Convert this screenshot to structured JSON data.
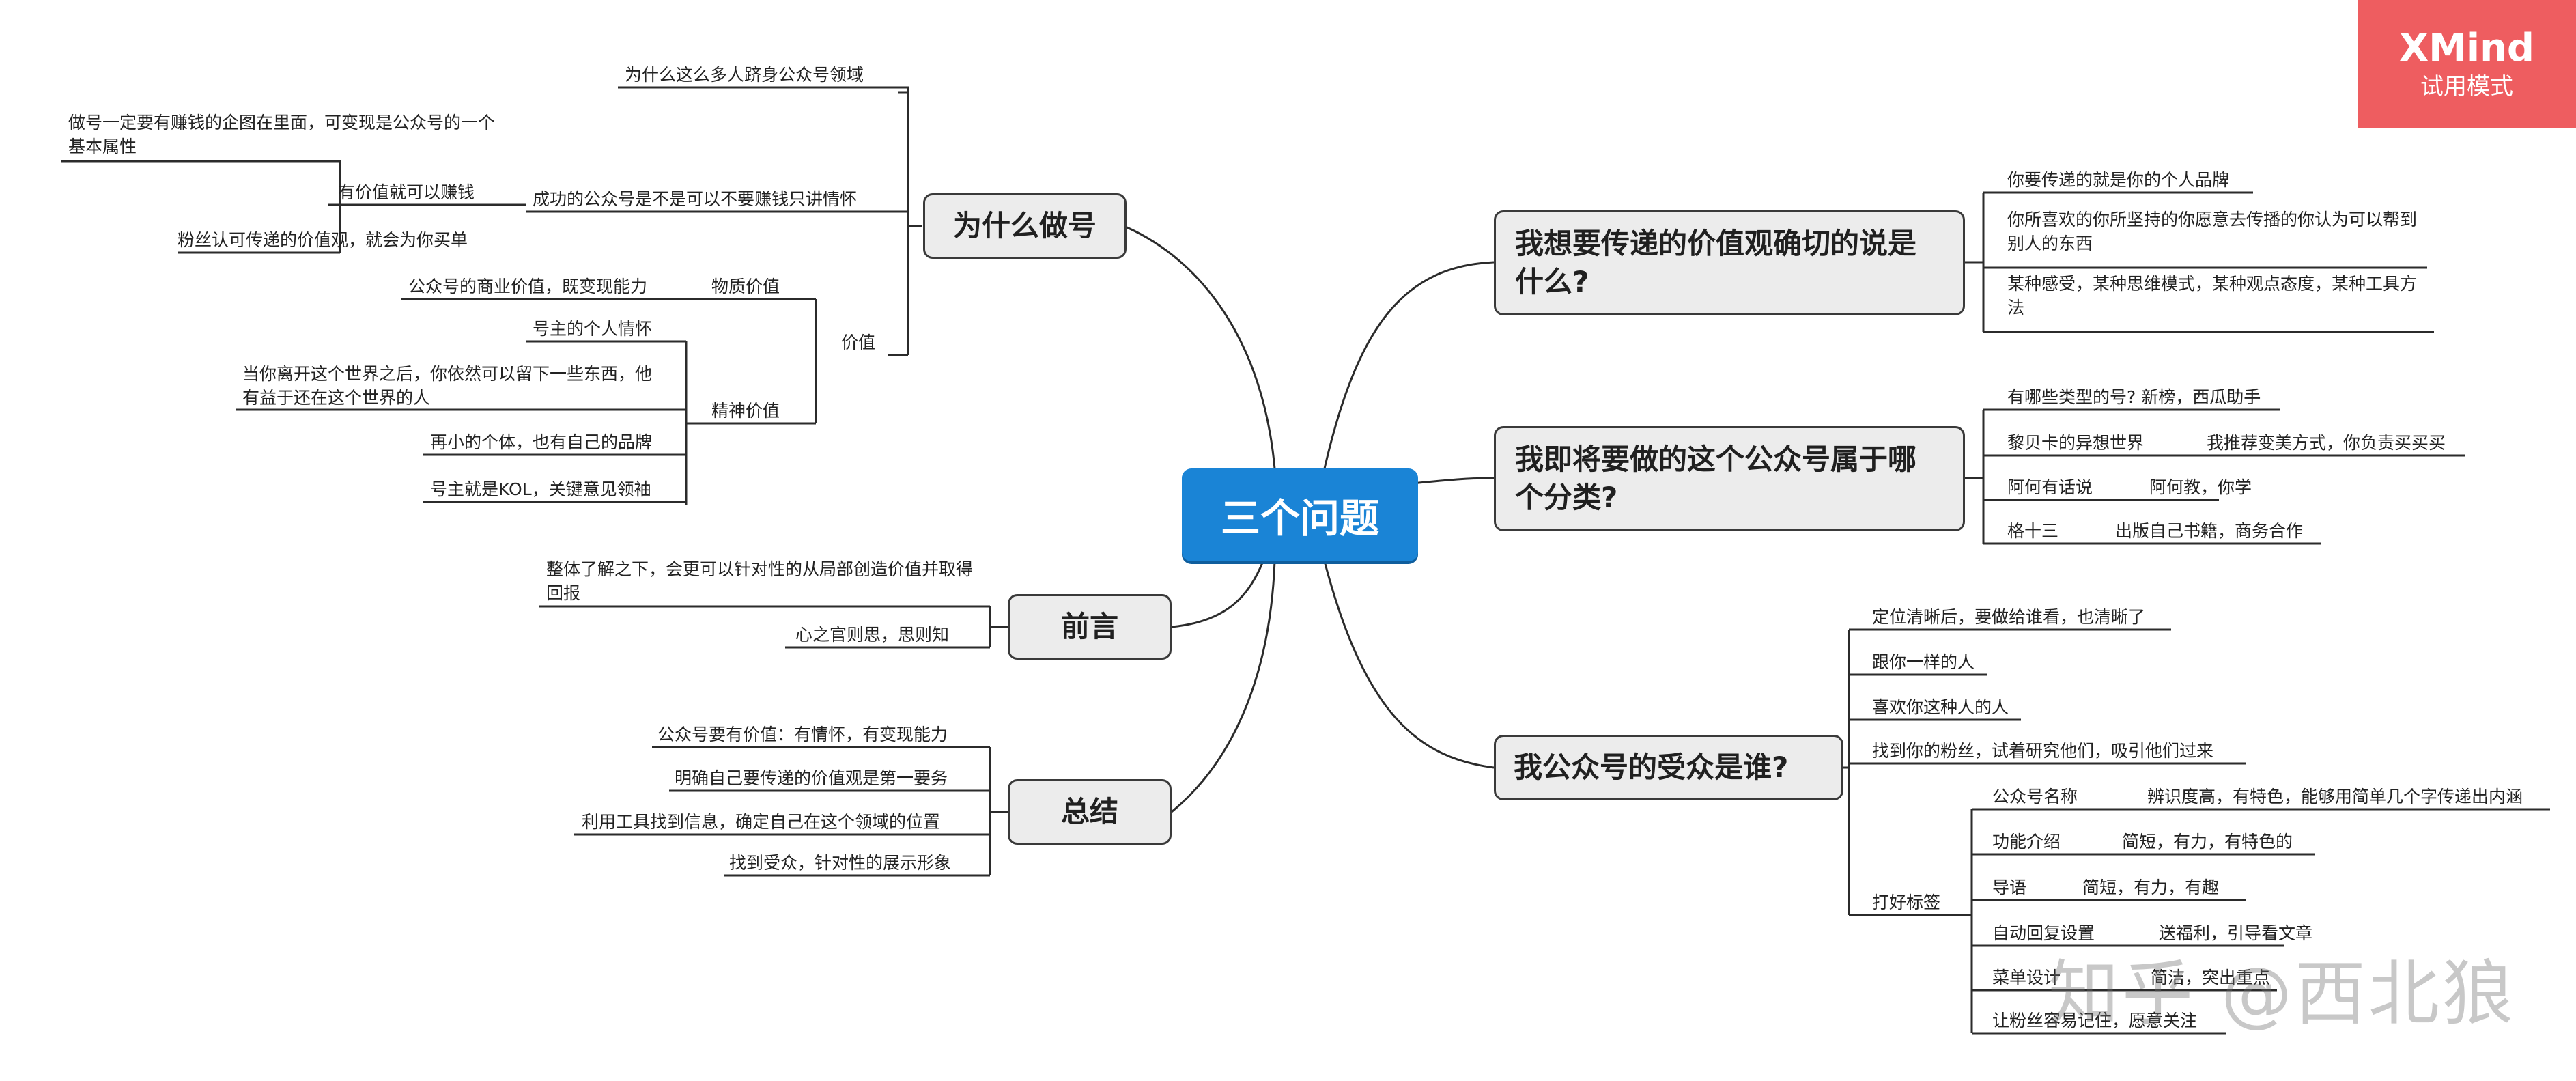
{
  "central": "三个问题",
  "badge": {
    "title": "XMind",
    "subtitle": "试用模式"
  },
  "watermark": "知乎 @西北狼",
  "left": {
    "why": {
      "title": "为什么做号",
      "crowded": "为什么这么多人跻身公众号领域",
      "feelings": {
        "label": "成功的公众号是不是可以不要赚钱只讲情怀",
        "items": [
          "做号一定要有赚钱的企图在里面，可变现是公众号的一个基本属性",
          "有价值就可以赚钱",
          "粉丝认可传递的价值观，就会为你买单"
        ]
      },
      "value": {
        "label": "价值",
        "material": {
          "label": "物质价值",
          "items": [
            "公众号的商业价值，既变现能力"
          ]
        },
        "spiritual": {
          "label": "精神价值",
          "items": [
            "号主的个人情怀",
            "当你离开这个世界之后，你依然可以留下一些东西，他有益于还在这个世界的人",
            "再小的个体，也有自己的品牌",
            "号主就是KOL，关键意见领袖"
          ]
        }
      }
    },
    "preface": {
      "title": "前言",
      "items": [
        "整体了解之下，会更可以针对性的从局部创造价值并取得回报",
        "心之官则思，思则知"
      ]
    },
    "summary": {
      "title": "总结",
      "items": [
        "公众号要有价值：有情怀，有变现能力",
        "明确自己要传递的价值观是第一要务",
        "利用工具找到信息，确定自己在这个领域的位置",
        "找到受众，针对性的展示形象"
      ]
    }
  },
  "right": {
    "values": {
      "title": "我想要传递的价值观确切的说是什么?",
      "items": [
        "你要传递的就是你的个人品牌",
        "你所喜欢的你所坚持的你愿意去传播的你认为可以帮到别人的东西",
        "某种感受，某种思维模式，某种观点态度，某种工具方法"
      ]
    },
    "category": {
      "title": "我即将要做的这个公众号属于哪个分类?",
      "items": [
        {
          "label": "有哪些类型的号? 新榜，西瓜助手"
        },
        {
          "label": "黎贝卡的异想世界",
          "detail": "我推荐变美方式，你负责买买买"
        },
        {
          "label": "阿何有话说",
          "detail": "阿何教，你学"
        },
        {
          "label": "格十三",
          "detail": "出版自己书籍，商务合作"
        }
      ]
    },
    "audience": {
      "title": "我公众号的受众是谁?",
      "items": [
        "定位清晰后，要做给谁看，也清晰了",
        "跟你一样的人",
        "喜欢你这种人的人",
        "找到你的粉丝，试着研究他们，吸引他们过来"
      ],
      "tags": {
        "label": "打好标签",
        "items": [
          {
            "label": "公众号名称",
            "detail": "辨识度高，有特色，能够用简单几个字传递出内涵"
          },
          {
            "label": "功能介绍",
            "detail": "简短，有力，有特色的"
          },
          {
            "label": "导语",
            "detail": "简短，有力，有趣"
          },
          {
            "label": "自动回复设置",
            "detail": "送福利，引导看文章"
          },
          {
            "label": "菜单设计",
            "detail": "简洁，突出重点"
          },
          {
            "label": "让粉丝容易记住，愿意关注"
          }
        ]
      }
    }
  }
}
